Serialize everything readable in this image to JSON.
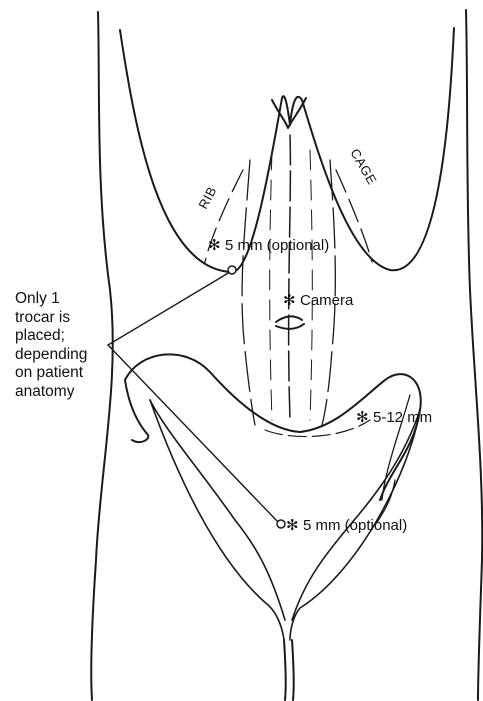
{
  "rib_cage": {
    "left_word": "RIB",
    "right_word": "CAGE"
  },
  "ports": [
    {
      "marker": "✻",
      "label": "5 mm (optional)"
    },
    {
      "marker": "✻",
      "label": "Camera"
    },
    {
      "marker": "✻",
      "label": "5-12 mm"
    },
    {
      "marker": "✻",
      "label": "5 mm (optional)"
    }
  ],
  "callout": {
    "lines": [
      "Only 1",
      "trocar is",
      "placed;",
      "depending",
      "on patient",
      "anatomy"
    ]
  }
}
